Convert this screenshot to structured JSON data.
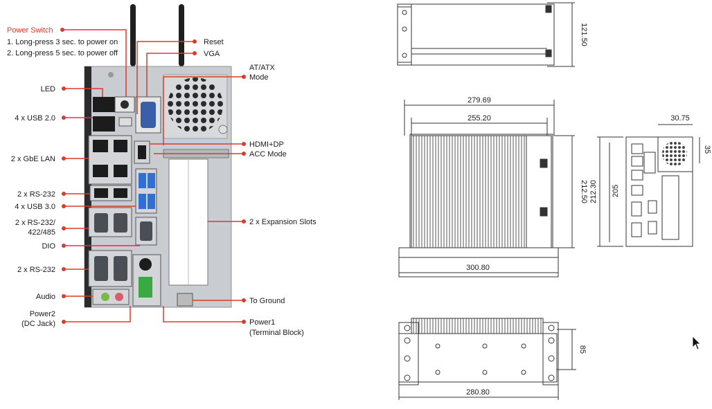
{
  "colors": {
    "callout": "#d93b2b",
    "chassis": "#c9ccd0",
    "chassis_dark": "#8f949a",
    "port_black": "#1c1c1c",
    "port_blue": "#2f6fd6",
    "terminal_green": "#3aa843",
    "line_drawing": "#333333"
  },
  "callouts": {
    "power_switch": "Power Switch",
    "power_note_1": "1. Long-press 3 sec. to power on",
    "power_note_2": "2. Long-press 5 sec. to power off",
    "reset": "Reset",
    "vga": "VGA",
    "at_atx_1": "AT/ATX",
    "at_atx_2": "Mode",
    "led": "LED",
    "usb2": "4 x USB 2.0",
    "gbe_lan": "2 x GbE LAN",
    "hdmi_dp": "HDMI+DP",
    "acc_mode": "ACC Mode",
    "rs232_a": "2 x RS-232",
    "usb3": "4 x USB 3.0",
    "rs232_422_1": "2 x RS-232/",
    "rs232_422_2": "422/485",
    "expansion": "2 x Expansion Slots",
    "dio": "DIO",
    "rs232_b": "2 x RS-232",
    "audio": "Audio",
    "to_ground": "To Ground",
    "power2_1": "Power2",
    "power2_2": "(DC Jack)",
    "power1_1": "Power1",
    "power1_2": "(Terminal Block)"
  },
  "dimensions": {
    "top_height": "121.50",
    "overall_width": "279.69",
    "inner_width": "255.20",
    "side_height": "212.50",
    "base_width": "300.80",
    "front_width": "30.75",
    "front_small": "35",
    "front_height_inner": "205",
    "front_height_outer": "212.30",
    "bottom_depth": "85",
    "bottom_width": "280.80"
  },
  "icons": {
    "cursor": "mouse-pointer-icon",
    "fan": "fan-grille-icon",
    "antenna": "antenna-icon"
  }
}
